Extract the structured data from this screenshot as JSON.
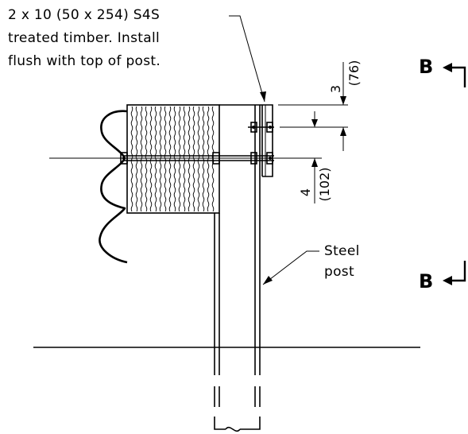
{
  "notes": {
    "timber_line1": "2 x 10 (50 x 254) S4S",
    "timber_line2": "treated timber.  Install",
    "timber_line3": "flush with top of post.",
    "post_line1": "Steel",
    "post_line2": "post"
  },
  "dimensions": {
    "top_imperial": "3",
    "top_metric": "(76)",
    "bolt_imperial": "4",
    "bolt_metric": "(102)"
  },
  "section": {
    "label_top": "B",
    "label_bottom": "B"
  }
}
